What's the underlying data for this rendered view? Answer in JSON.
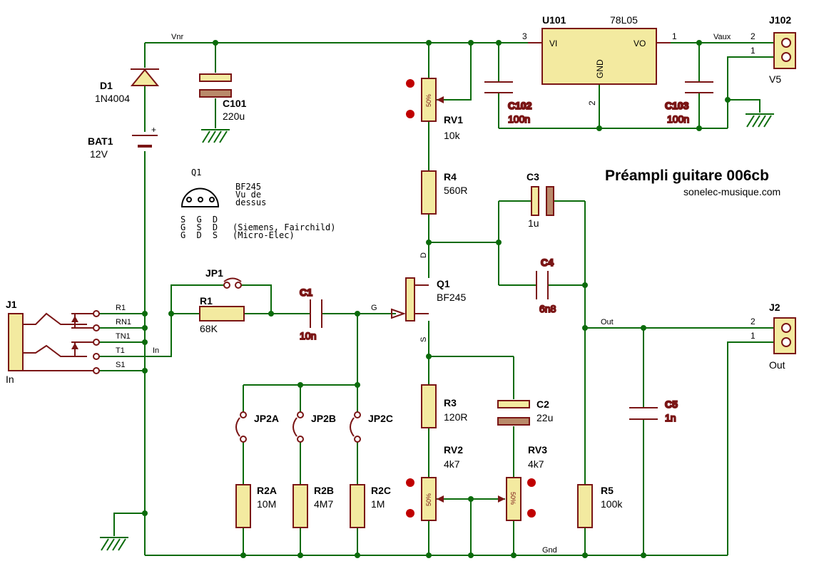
{
  "title": "Préampli guitare 006cb",
  "website": "sonelec-musique.com",
  "nets": {
    "vnr": "Vnr",
    "vaux": "Vaux",
    "out": "Out",
    "gnd": "Gnd",
    "in": "In",
    "d": "D",
    "g": "G",
    "s": "S"
  },
  "components": {
    "d1": {
      "ref": "D1",
      "value": "1N4004"
    },
    "c101": {
      "ref": "C101",
      "value": "220u"
    },
    "bat1": {
      "ref": "BAT1",
      "value": "12V",
      "plus": "+"
    },
    "rv1": {
      "ref": "RV1",
      "value": "10k",
      "pct": "50%"
    },
    "u101": {
      "ref": "U101",
      "part": "78L05",
      "vi": "VI",
      "vo": "VO",
      "gnd": "GND",
      "pin1": "1",
      "pin2": "2",
      "pin3": "3"
    },
    "c102": {
      "ref": "C102",
      "value": "100n"
    },
    "c103": {
      "ref": "C103",
      "value": "100n"
    },
    "j102": {
      "ref": "J102",
      "value": "V5",
      "pin1": "1",
      "pin2": "2"
    },
    "r4": {
      "ref": "R4",
      "value": "560R"
    },
    "c3": {
      "ref": "C3",
      "value": "1u"
    },
    "c4": {
      "ref": "C4",
      "value": "6n8"
    },
    "q1": {
      "ref": "Q1",
      "value": "BF245"
    },
    "jp1": {
      "ref": "JP1"
    },
    "r1": {
      "ref": "R1",
      "value": "68K"
    },
    "c1": {
      "ref": "C1",
      "value": "10n"
    },
    "j1": {
      "ref": "J1",
      "value": "In",
      "pins": [
        "R1",
        "RN1",
        "TN1",
        "T1",
        "S1"
      ]
    },
    "r3": {
      "ref": "R3",
      "value": "120R"
    },
    "c2": {
      "ref": "C2",
      "value": "22u"
    },
    "rv2": {
      "ref": "RV2",
      "value": "4k7",
      "pct": "50%"
    },
    "rv3": {
      "ref": "RV3",
      "value": "4k7",
      "pct": "50%"
    },
    "jp2a": {
      "ref": "JP2A"
    },
    "jp2b": {
      "ref": "JP2B"
    },
    "jp2c": {
      "ref": "JP2C"
    },
    "r2a": {
      "ref": "R2A",
      "value": "10M"
    },
    "r2b": {
      "ref": "R2B",
      "value": "4M7"
    },
    "r2c": {
      "ref": "R2C",
      "value": "1M"
    },
    "r5": {
      "ref": "R5",
      "value": "100k"
    },
    "c5": {
      "ref": "C5",
      "value": "1n"
    },
    "j2": {
      "ref": "J2",
      "value": "Out",
      "pin1": "1",
      "pin2": "2"
    }
  },
  "pinout": {
    "ref": "Q1",
    "part": "BF245",
    "view_line1": "Vu de",
    "view_line2": "dessus",
    "row1": "S G D",
    "row2": "G S D",
    "row3": "G D S",
    "note1": "(Siemens, Fairchild)",
    "note2": "(Micro-Elec)"
  },
  "colors": {
    "wire": "#0b6b0b",
    "component": "#7a1515",
    "body_fill": "#f3eaa0",
    "probe": "#c00000"
  }
}
